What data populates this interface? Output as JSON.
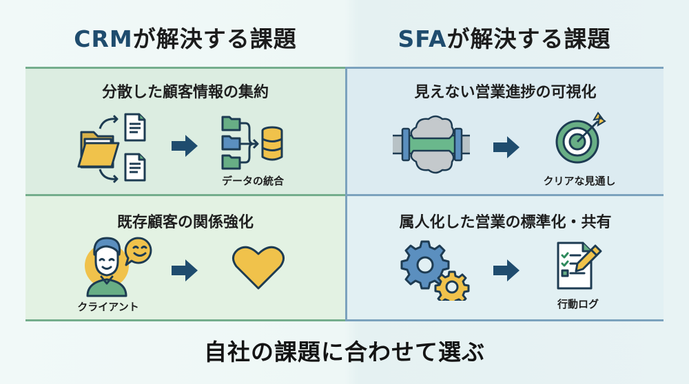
{
  "crm": {
    "brand": "CRM",
    "title_suffix": "が解決する課題",
    "items": [
      {
        "title": "分散した顧客情報の集約",
        "from_icon": "folder-with-documents-icon",
        "to_icon": "data-integration-database-icon",
        "to_caption": "データの統合"
      },
      {
        "title": "既存顧客の関係強化",
        "from_icon": "client-avatar-smile-icon",
        "from_caption": "クライアント",
        "to_icon": "heart-icon"
      }
    ]
  },
  "sfa": {
    "brand": "SFA",
    "title_suffix": "が解決する課題",
    "items": [
      {
        "title": "見えない営業進捗の可視化",
        "from_icon": "clouded-pipeline-icon",
        "to_icon": "target-icon",
        "to_caption": "クリアな見通し"
      },
      {
        "title": "属人化した営業の標準化・共有",
        "from_icon": "gears-icon",
        "to_icon": "checklist-log-icon",
        "to_caption": "行動ログ"
      }
    ]
  },
  "footer": "自社の課題に合わせて選ぶ",
  "colors": {
    "navy": "#1f4c6e",
    "crm_border": "#74ad8c",
    "sfa_border": "#7ba2bd",
    "yellow": "#f0c24b",
    "green": "#68ae85",
    "blue": "#5b8fbf",
    "outline": "#1d3b52"
  }
}
